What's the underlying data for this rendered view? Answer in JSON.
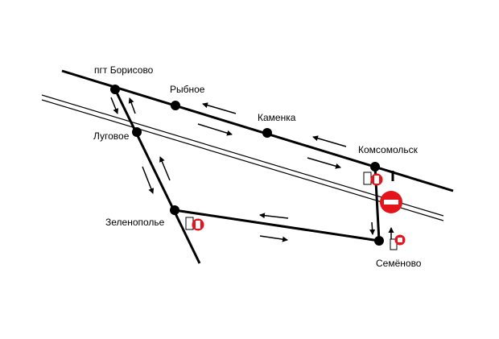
{
  "labels": {
    "borisovo": "пгт Борисово",
    "rybnoe": "Рыбное",
    "kamenka": "Каменка",
    "komsomolsk": "Комсомольск",
    "lugovoe": "Луговое",
    "zelenopolye": "Зеленополье",
    "semenovo": "Семёново"
  },
  "colors": {
    "road": "#000000",
    "sign_red": "#e3151a",
    "sign_white": "#ffffff",
    "railway": "#000000"
  },
  "icons": {
    "no_entry": "no-entry-sign",
    "car_restriction": "no-motor-vehicles-sign"
  }
}
